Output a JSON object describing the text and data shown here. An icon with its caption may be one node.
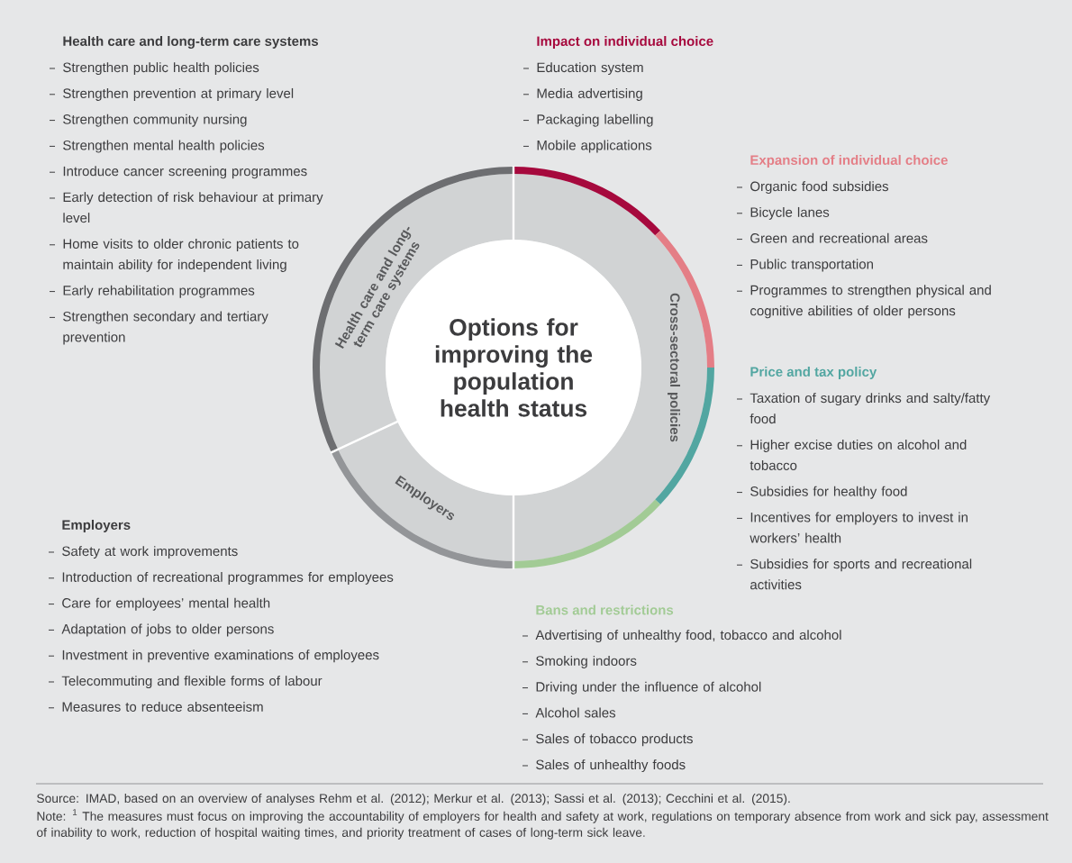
{
  "diagram": {
    "nodes": [
      {
        "text": [
          "Options for improving the population health status"
        ]
      },
      {
        "text": [
          "Health care and long-term care systems"
        ]
      },
      {
        "text": [
          "Employers"
        ]
      },
      {
        "text": [
          "Cross-sectoral policies"
        ]
      }
    ],
    "labels": [
      "Health care and long-term care systems",
      "Strengthen public health policies",
      "Strengthen prevention at primary level",
      "Strengthen community nursing",
      "Strengthen mental health policies",
      "Introduce cancer screening programmes",
      "Early detection of risk behaviour at primary level",
      "Home visits to older chronic patients to maintain ability for independent living",
      "Early rehabilitation programmes",
      "Strengthen secondary and tertiary prevention",
      "Impact on individual choice",
      "Education system",
      "Media advertising",
      "Packaging labelling",
      "Mobile applications",
      "Expansion of individual choice",
      "Organic food subsidies",
      "Bicycle lanes",
      "Green and recreational areas",
      "Public transportation",
      "Programmes to strengthen physical and cognitive abilities of older persons",
      "Price and tax policy",
      "Taxation of sugary drinks and salty/fatty food",
      "Higher excise duties on alcohol and tobacco",
      "Subsidies for healthy food",
      "Incentives for employers to invest in workers’ health",
      "Subsidies for sports and recreational activities",
      "Employers",
      "Safety at work improvements",
      "Introduction of recreational programmes for employees",
      "Care for employees’ mental health",
      "Adaptation of jobs to older persons",
      "Investment in preventive examinations of employees",
      "Telecommuting and flexible forms of labour",
      "Measures to reduce absenteeism",
      "Bans and restrictions",
      "Advertising of unhealthy food, tobacco and alcohol",
      "Smoking indoors",
      "Driving under the influence of alcohol",
      "Alcohol sales",
      "Sales of tobacco products",
      "Sales of unhealthy foods",
      "Source: IMAD, based on an overview of analyses Rehm et al. (2012); Merkur et al. (2013); Sassi et al. (2013); Cecchini et al. (2015).",
      "Note: $^{1}$ The measures must focus on improving the accountability of employers for health and safety at work, regulations on temporary absence from work and sick pay, assessment of inability to work, reduction of hospital waiting times, and priority treatment of cases of long-term sick leave."
    ]
  }
}
